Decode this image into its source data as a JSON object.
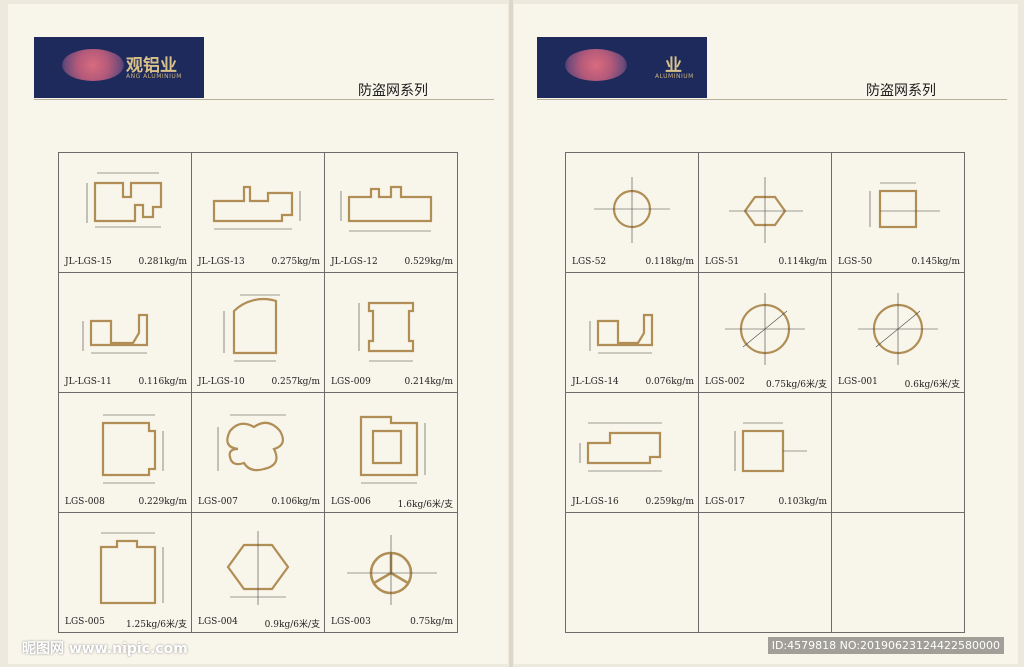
{
  "pages": {
    "left": {
      "brand": {
        "text": "观铝业",
        "sub": "ANG ALUMINIUM"
      },
      "series_title": "防盗网系列"
    },
    "right": {
      "brand": {
        "text": "业",
        "sub": "ALUMINIUM"
      },
      "series_title": "防盗网系列"
    }
  },
  "left_profiles": [
    {
      "code": "JL-LGS-15",
      "weight": "0.281kg/m",
      "shape": "profile-a"
    },
    {
      "code": "JL-LGS-13",
      "weight": "0.275kg/m",
      "shape": "profile-b"
    },
    {
      "code": "JL-LGS-12",
      "weight": "0.529kg/m",
      "shape": "profile-c"
    },
    {
      "code": "JL-LGS-11",
      "weight": "0.116kg/m",
      "shape": "profile-d"
    },
    {
      "code": "JL-LGS-10",
      "weight": "0.257kg/m",
      "shape": "quarter"
    },
    {
      "code": "LGS-009",
      "weight": "0.214kg/m",
      "shape": "notched-rect"
    },
    {
      "code": "LGS-008",
      "weight": "0.229kg/m",
      "shape": "rect-tab"
    },
    {
      "code": "LGS-007",
      "weight": "0.106kg/m",
      "shape": "cloud"
    },
    {
      "code": "LGS-006",
      "weight": "1.6kg/6米/支",
      "shape": "frame"
    },
    {
      "code": "LGS-005",
      "weight": "1.25kg/6米/支",
      "shape": "rect-slot"
    },
    {
      "code": "LGS-004",
      "weight": "0.9kg/6米/支",
      "shape": "hexagon"
    },
    {
      "code": "LGS-003",
      "weight": "0.75kg/m",
      "shape": "circle-y"
    }
  ],
  "right_profiles": [
    {
      "code": "LGS-52",
      "weight": "0.118kg/m",
      "shape": "circle-slot"
    },
    {
      "code": "LGS-51",
      "weight": "0.114kg/m",
      "shape": "hexagon-small"
    },
    {
      "code": "LGS-50",
      "weight": "0.145kg/m",
      "shape": "square-slot"
    },
    {
      "code": "JL-LGS-14",
      "weight": "0.076kg/m",
      "shape": "profile-e"
    },
    {
      "code": "LGS-002",
      "weight": "0.75kg/6米/支",
      "shape": "circle-cross"
    },
    {
      "code": "LGS-001",
      "weight": "0.6kg/6米/支",
      "shape": "circle-cross"
    },
    {
      "code": "JL-LGS-16",
      "weight": "0.259kg/m",
      "shape": "profile-f"
    },
    {
      "code": "LGS-017",
      "weight": "0.103kg/m",
      "shape": "square"
    },
    {
      "code": "",
      "weight": "",
      "shape": "empty"
    },
    {
      "code": "",
      "weight": "",
      "shape": "empty"
    },
    {
      "code": "",
      "weight": "",
      "shape": "empty"
    },
    {
      "code": "",
      "weight": "",
      "shape": "empty"
    }
  ],
  "watermarks": {
    "left": "昵图网 www.nipic.com",
    "right": "ID:4579818 NO:20190623124422580000"
  },
  "colors": {
    "banner": "#1e2a5c",
    "profile": "#b08e55",
    "line": "#444444",
    "paper": "#f8f5ea"
  }
}
